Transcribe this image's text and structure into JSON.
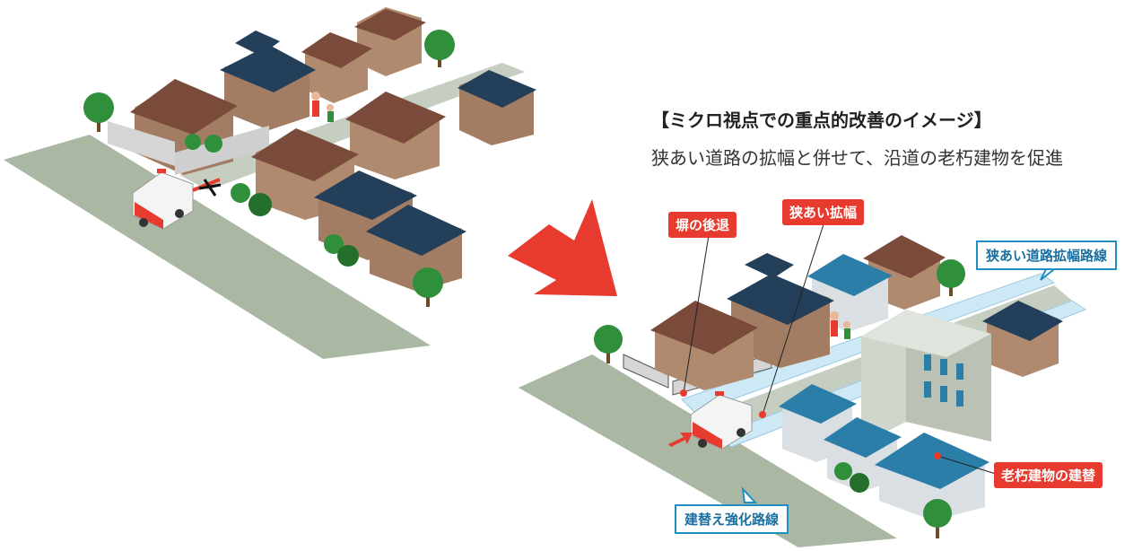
{
  "heading": {
    "title": "【ミクロ視点での重点的改善のイメージ】",
    "subtitle": "狭あい道路の拡幅と併せて、沿道の老朽建物を促進"
  },
  "labels": {
    "wall_setback": "塀の後退",
    "narrow_widening": "狭あい拡幅",
    "narrow_route": "狭あい道路拡幅路線",
    "rebuild": "老朽建物の建替",
    "reinforce_route": "建替え強化路線"
  },
  "colors": {
    "road": "#a9b7a3",
    "widened_sidewalk": "#cde9f6",
    "accent_red": "#e63b2e",
    "label_blue": "#1f8fc1",
    "roof_brown": "#7a4a3a",
    "roof_navy": "#243f5a",
    "roof_teal": "#2a7ea8",
    "wall_tan": "#b08a6e",
    "tree_green": "#2f8f3a"
  },
  "icons": [
    "house-icon",
    "tree-icon",
    "ambulance-icon",
    "person-icon",
    "arrow-icon",
    "building-icon",
    "wall-icon"
  ]
}
